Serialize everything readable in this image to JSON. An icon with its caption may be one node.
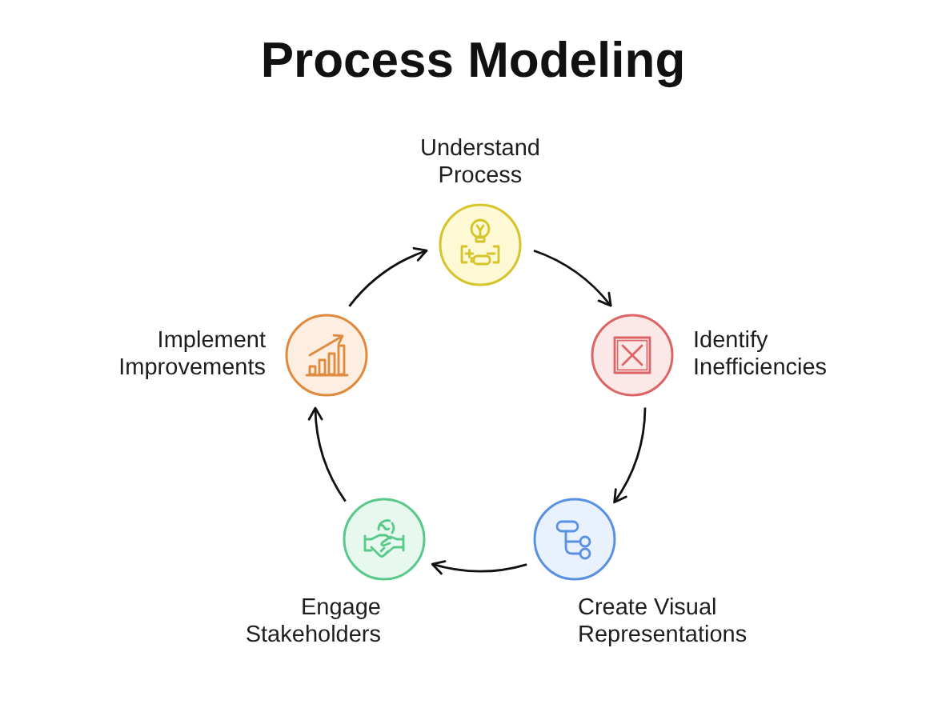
{
  "diagram": {
    "title": "Process Modeling",
    "nodes": [
      {
        "text": [
          "Understand Process"
        ]
      },
      {
        "text": [
          "Identify Inefficiencies"
        ]
      },
      {
        "text": [
          "Create Visual Representations"
        ]
      },
      {
        "text": [
          "Engage Stakeholders"
        ]
      },
      {
        "text": [
          "Implement Improvements"
        ]
      }
    ],
    "edges": [
      {
        "from": 0,
        "to": 1,
        "arrow": "to"
      },
      {
        "from": 1,
        "to": 2,
        "arrow": "to"
      },
      {
        "from": 2,
        "to": 3,
        "arrow": "to"
      },
      {
        "from": 3,
        "to": 4,
        "arrow": "to"
      },
      {
        "from": 4,
        "to": 0,
        "arrow": "to"
      }
    ]
  }
}
